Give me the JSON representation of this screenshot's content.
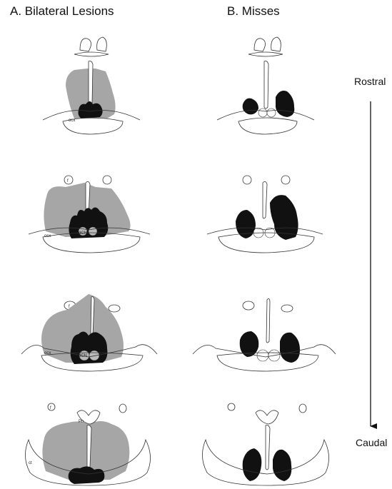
{
  "headings": {
    "bilateral": "A. Bilateral Lesions",
    "misses": "B. Misses"
  },
  "axis": {
    "rostral": "Rostral",
    "caudal": "Caudal"
  },
  "labels": {
    "ocx": "ocx",
    "dcn": "dCN",
    "f": "f",
    "pn": "Pn",
    "ct": "ct"
  },
  "colors": {
    "lesion_extent": "#a6a6a6",
    "lesion_core": "#111111",
    "outline": "#333333"
  }
}
